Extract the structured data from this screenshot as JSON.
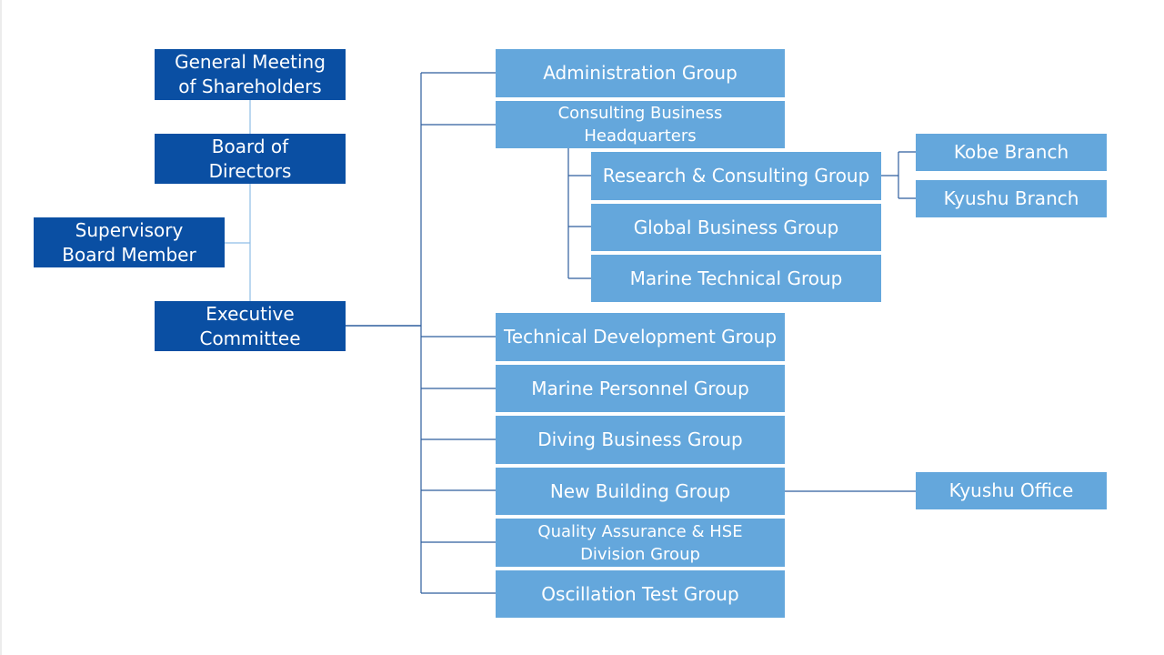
{
  "governance": {
    "general_meeting": "General Meeting\nof Shareholders",
    "board": "Board of\nDirectors",
    "supervisory": "Supervisory\nBoard Member",
    "executive": "Executive\nCommittee"
  },
  "groups": {
    "administration": "Administration Group",
    "consulting_hq": "Consulting Business\nHeadquarters",
    "research_consulting": "Research & Consulting Group",
    "global_business": "Global Business Group",
    "marine_technical": "Marine Technical Group",
    "technical_development": "Technical Development Group",
    "marine_personnel": "Marine Personnel Group",
    "diving_business": "Diving Business Group",
    "new_building": "New Building Group",
    "quality_assurance": "Quality Assurance & HSE\nDivision Group",
    "oscillation_test": "Oscillation Test Group"
  },
  "branches": {
    "kobe": "Kobe Branch",
    "kyushu_branch": "Kyushu Branch",
    "kyushu_office": "Kyushu Office"
  },
  "colors": {
    "dark_box": "#0a4fa3",
    "light_box": "#64a7dc",
    "dark_line": "#2e5e9e",
    "light_line": "#8fbde6"
  }
}
